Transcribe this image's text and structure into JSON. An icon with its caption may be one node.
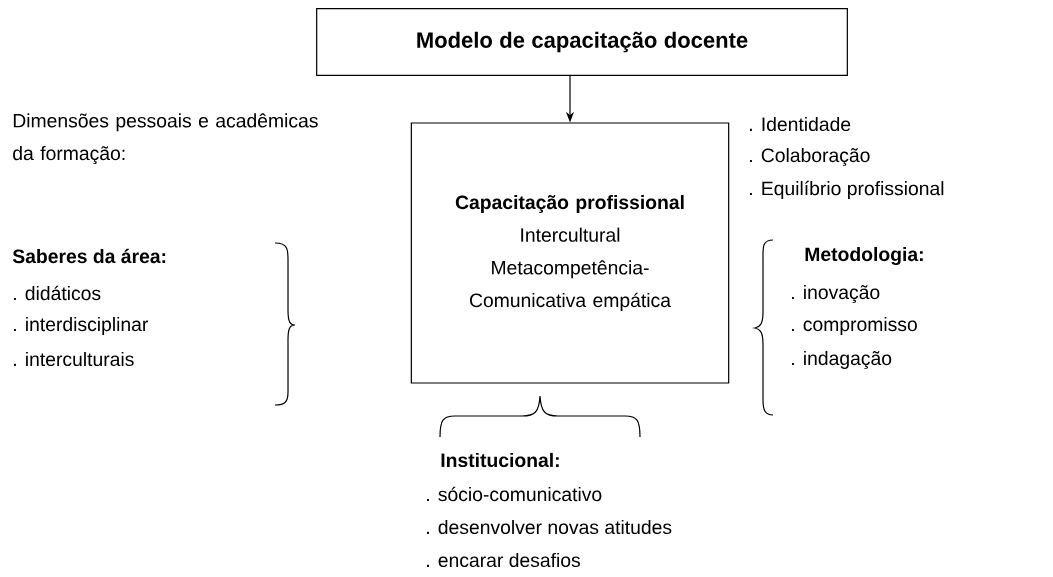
{
  "diagram": {
    "nodes": [
      {
        "text": [
          "Modelo de capacitação docente"
        ]
      },
      {
        "text": [
          "Capacitação profissional",
          "Intercultural Metacompetência- Comunicativa empática"
        ]
      }
    ],
    "edges": [
      {
        "from": 0,
        "to": 1,
        "arrow": "to"
      }
    ],
    "labels": [
      "Dimensões pessoais e acadêmicas da formação:",
      ". Identidade",
      ". Colaboração",
      ". Equilíbrio profissional",
      "Saberes da área:",
      ". didáticos",
      ". interdisciplinar",
      ". interculturais",
      "Metodologia:",
      ". inovação",
      ". compromisso",
      ". indagação",
      "Institucional:",
      ". sócio-comunicativo",
      ". desenvolver novas atitudes",
      ". encarar desafios"
    ]
  }
}
